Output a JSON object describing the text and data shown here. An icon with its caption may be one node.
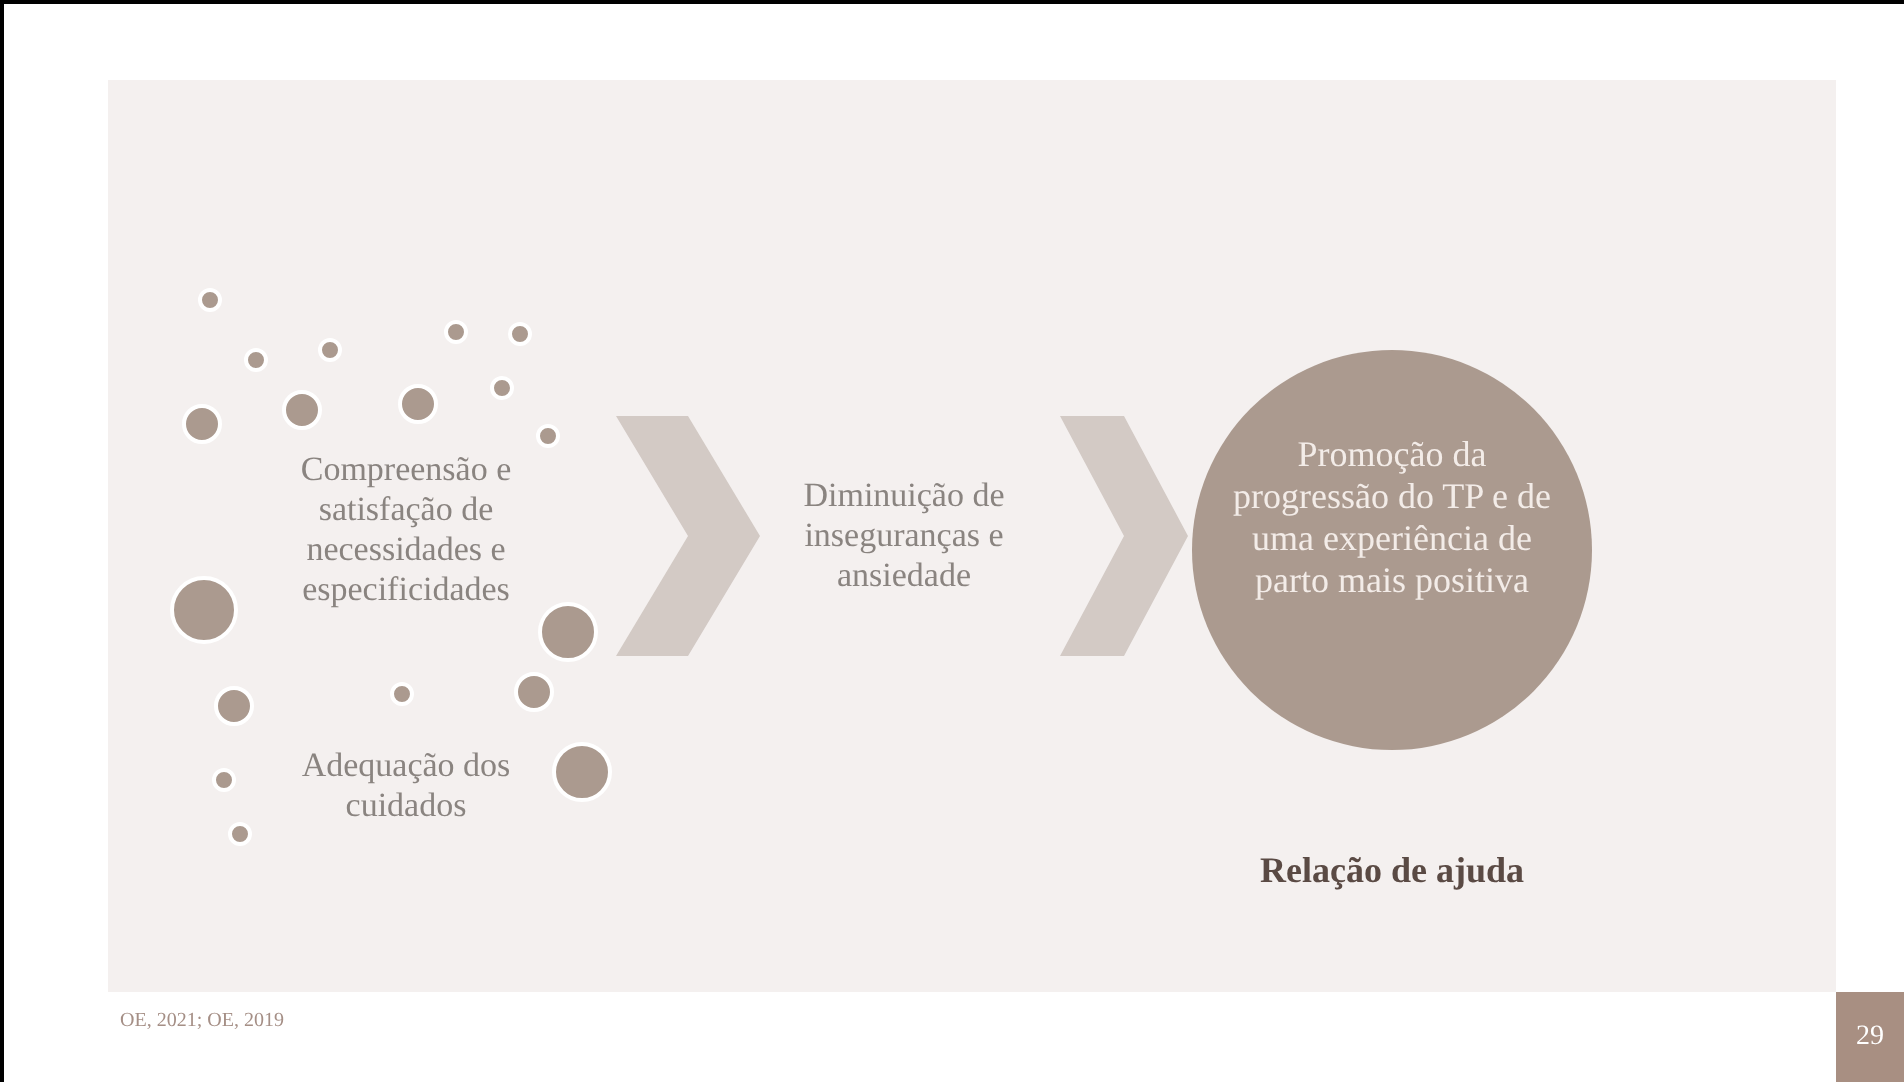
{
  "diagram": {
    "nodes": [
      {
        "text": [
          "Compreensão e satisfação de necessidades e especificidades",
          "Adequação dos cuidados"
        ]
      },
      {
        "text": [
          "Diminuição de inseguranças e ansiedade"
        ]
      },
      {
        "text": [
          "Promoção da progressão do TP e de uma experiência de parto mais positiva"
        ],
        "beside": [
          "Relação de ajuda"
        ]
      }
    ],
    "edges": [
      {
        "from": 0,
        "to": 1,
        "arrow": "to"
      },
      {
        "from": 1,
        "to": 2,
        "arrow": "to"
      }
    ],
    "labels": [
      "OE, 2021; OE, 2019",
      "29"
    ]
  }
}
